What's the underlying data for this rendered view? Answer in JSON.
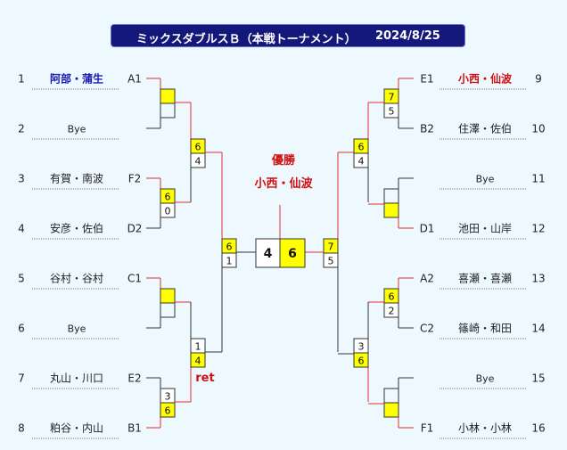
{
  "header": {
    "title": "ミックスダブルスＢ（本戦トーナメント）",
    "date": "2024/8/25"
  },
  "winner": {
    "label": "優勝",
    "name": "小西・仙波"
  },
  "left": {
    "entries": [
      {
        "seed": "1",
        "name": "阿部・蒲生",
        "code": "A1",
        "style": "bold-blue"
      },
      {
        "seed": "2",
        "name": "Bye",
        "code": "",
        "style": "bye"
      },
      {
        "seed": "3",
        "name": "有賀・南波",
        "code": "F2",
        "style": ""
      },
      {
        "seed": "4",
        "name": "安彦・佐伯",
        "code": "D2",
        "style": ""
      },
      {
        "seed": "5",
        "name": "谷村・谷村",
        "code": "C1",
        "style": ""
      },
      {
        "seed": "6",
        "name": "Bye",
        "code": "",
        "style": "bye"
      },
      {
        "seed": "7",
        "name": "丸山・川口",
        "code": "E2",
        "style": ""
      },
      {
        "seed": "8",
        "name": "粕谷・内山",
        "code": "B1",
        "style": ""
      }
    ],
    "r1": [
      {
        "top": "",
        "bottom": ""
      },
      {
        "top": "6",
        "bottom": "0"
      },
      {
        "top": "",
        "bottom": ""
      },
      {
        "top": "3",
        "bottom": "6"
      }
    ],
    "r2": [
      {
        "top": "6",
        "bottom": "4"
      },
      {
        "top": "1",
        "bottom": "4"
      }
    ],
    "sf": {
      "top": "6",
      "bottom": "1"
    },
    "note": "ret"
  },
  "right": {
    "entries": [
      {
        "seed": "9",
        "name": "小西・仙波",
        "code": "E1",
        "style": "bold-red"
      },
      {
        "seed": "10",
        "name": "住澤・佐伯",
        "code": "B2",
        "style": ""
      },
      {
        "seed": "11",
        "name": "Bye",
        "code": "",
        "style": "bye"
      },
      {
        "seed": "12",
        "name": "池田・山岸",
        "code": "D1",
        "style": ""
      },
      {
        "seed": "13",
        "name": "喜瀬・喜瀬",
        "code": "A2",
        "style": ""
      },
      {
        "seed": "14",
        "name": "篠崎・和田",
        "code": "C2",
        "style": ""
      },
      {
        "seed": "15",
        "name": "Bye",
        "code": "",
        "style": "bye"
      },
      {
        "seed": "16",
        "name": "小林・小林",
        "code": "F1",
        "style": ""
      }
    ],
    "r1": [
      {
        "top": "7",
        "bottom": "5"
      },
      {
        "top": "",
        "bottom": ""
      },
      {
        "top": "6",
        "bottom": "2"
      },
      {
        "top": "",
        "bottom": ""
      }
    ],
    "r2": [
      {
        "top": "6",
        "bottom": "4"
      },
      {
        "top": "3",
        "bottom": "6"
      }
    ],
    "sf": {
      "top": "7",
      "bottom": "5"
    }
  },
  "final": {
    "left": "4",
    "right": "6"
  },
  "colors": {
    "highlight": "#ffff00",
    "winner_line": "#e03030",
    "line": "#333333",
    "header_bg": "#14187a"
  }
}
